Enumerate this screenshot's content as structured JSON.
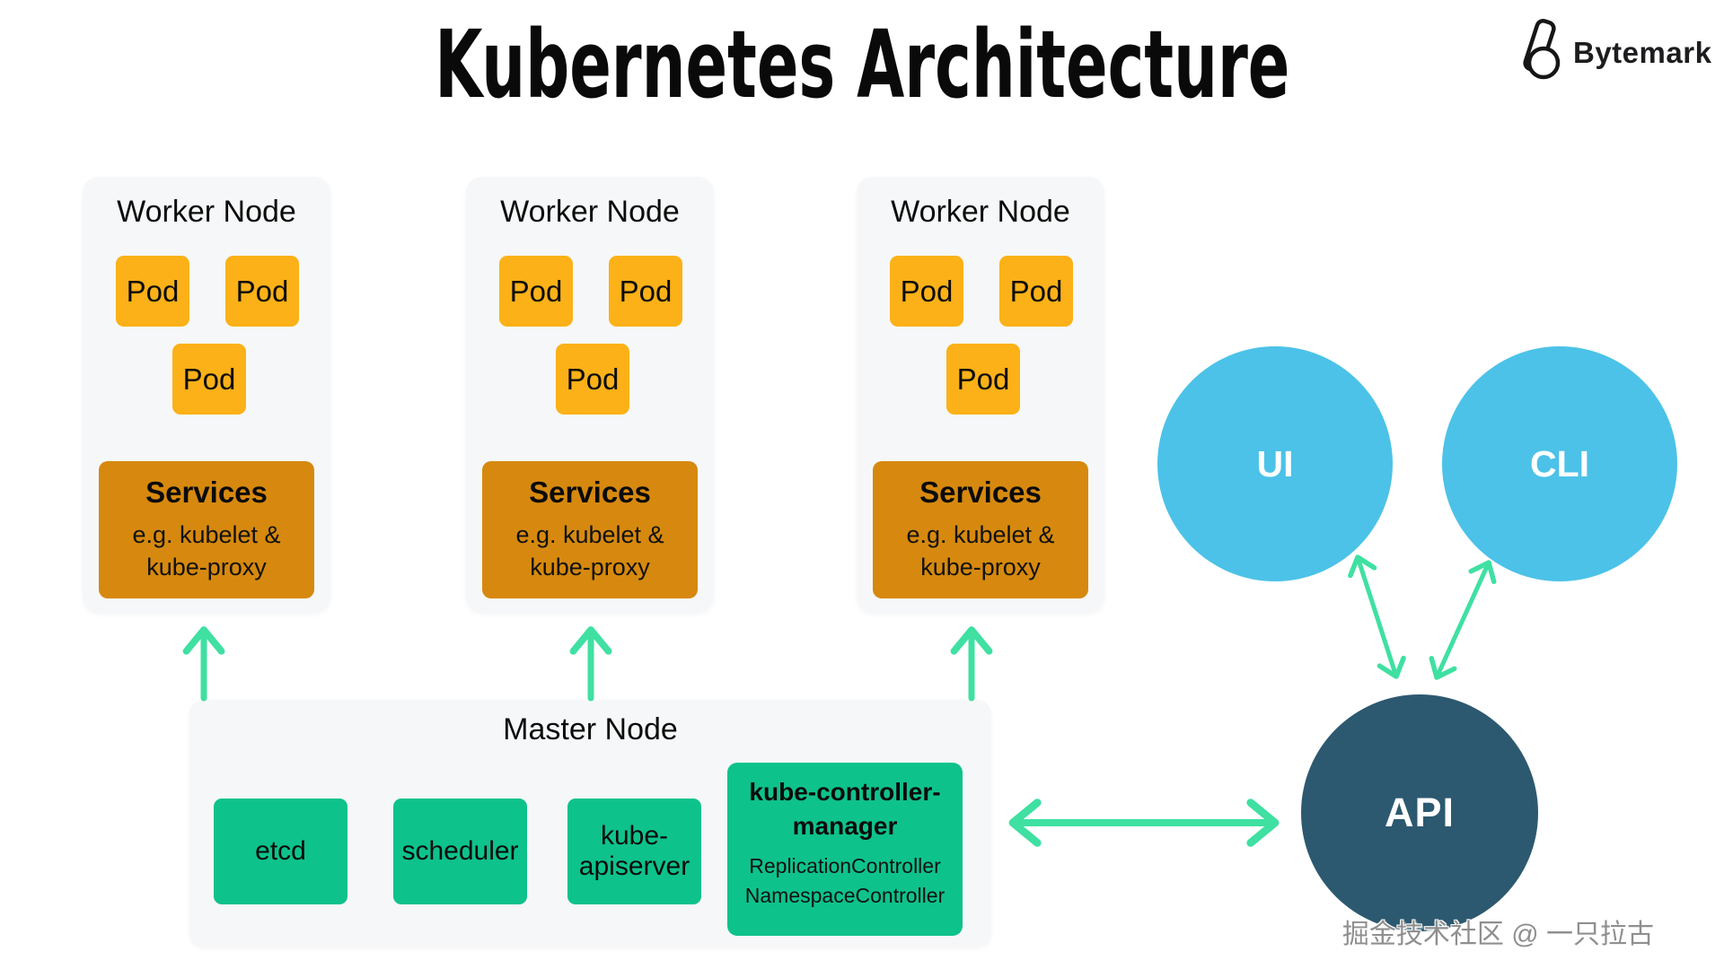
{
  "title": "Kubernetes Architecture",
  "logo": {
    "text": "Bytemark"
  },
  "worker_nodes": [
    {
      "title": "Worker Node",
      "pods": [
        "Pod",
        "Pod",
        "Pod"
      ],
      "services": {
        "title": "Services",
        "subtitle": "e.g. kubelet & kube-proxy"
      }
    },
    {
      "title": "Worker Node",
      "pods": [
        "Pod",
        "Pod",
        "Pod"
      ],
      "services": {
        "title": "Services",
        "subtitle": "e.g. kubelet & kube-proxy"
      }
    },
    {
      "title": "Worker Node",
      "pods": [
        "Pod",
        "Pod",
        "Pod"
      ],
      "services": {
        "title": "Services",
        "subtitle": "e.g. kubelet & kube-proxy"
      }
    }
  ],
  "master_node": {
    "title": "Master Node",
    "components": [
      "etcd",
      "scheduler",
      "kube-apiserver"
    ],
    "controller": {
      "title": "kube-controller-manager",
      "items": "ReplicationController NamespaceController",
      "item1": "ReplicationController",
      "item2": "NamespaceController"
    }
  },
  "circles": {
    "ui": "UI",
    "cli": "CLI",
    "api": "API"
  },
  "watermark": "掘金技术社区 @ 一只拉古",
  "colors": {
    "pod_orange": "#fbb117",
    "services_orange": "#d6890e",
    "component_green": "#0ec28b",
    "arrow_mint": "#3fe0a2",
    "circle_blue": "#4cc2e8",
    "api_dark": "#2c5970",
    "panel_gray": "#f6f7f8"
  }
}
